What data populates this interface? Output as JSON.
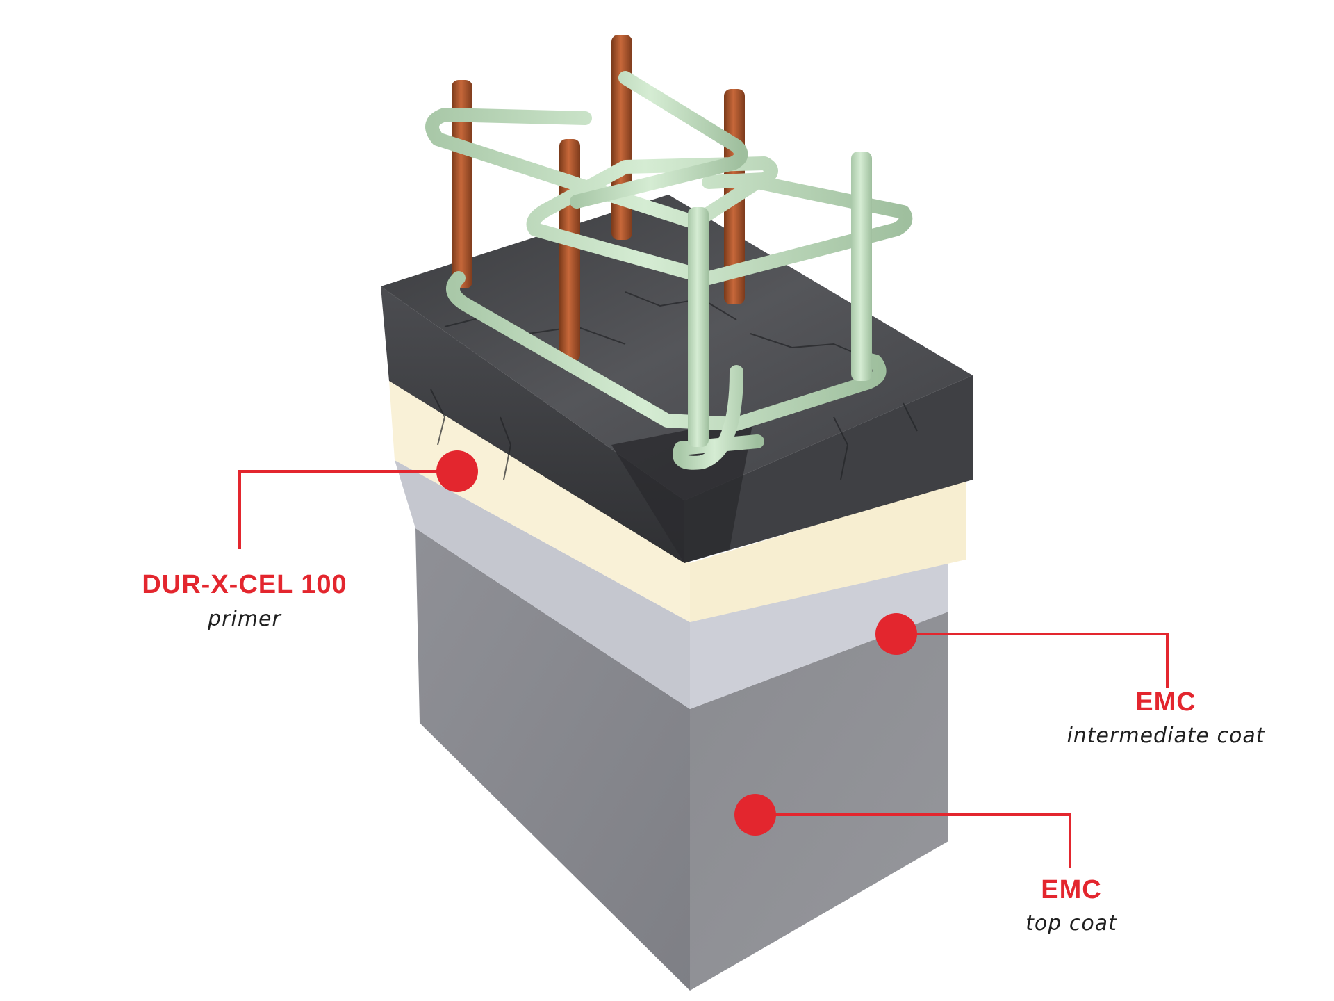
{
  "colors": {
    "accent": "#e3262e",
    "concrete": "#4a4b4e",
    "primer_layer": "#faf3dc",
    "intermediate_layer": "#c9cbd3",
    "top_layer": "#8b8c91",
    "rusty_rebar": "#b0552a",
    "coated_rebar": "#c7e3c6"
  },
  "callouts": [
    {
      "id": "primer",
      "title": "DUR-X-CEL 100",
      "subtitle": "primer"
    },
    {
      "id": "intermediate",
      "title": "EMC",
      "subtitle": "intermediate coat"
    },
    {
      "id": "topcoat",
      "title": "EMC",
      "subtitle": "top coat"
    }
  ]
}
